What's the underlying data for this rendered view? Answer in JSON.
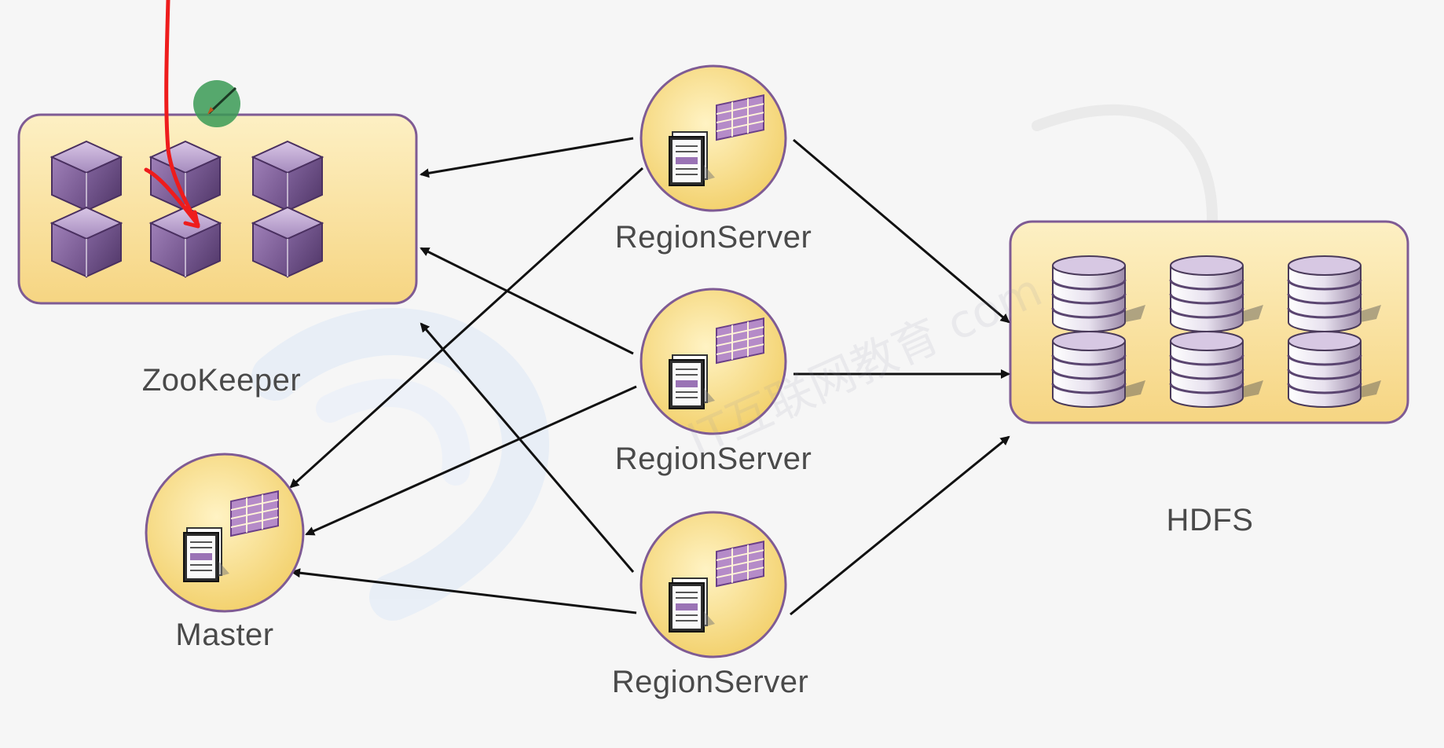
{
  "labels": {
    "zookeeper": "ZooKeeper",
    "master": "Master",
    "hdfs": "HDFS",
    "region_server_1": "RegionServer",
    "region_server_2": "RegionServer",
    "region_server_3": "RegionServer"
  },
  "watermark": {
    "text": "IT互联网教育 com"
  },
  "colors": {
    "box_fill": "#fbe3a0",
    "box_border": "#7f5b94",
    "cube_purple": "#8c6aa3",
    "node_fill": "#f7da7a",
    "arrow": "#111111",
    "pen_stroke": "#ee1c1c",
    "pen_cursor": "#3a9a55"
  },
  "icons": {
    "zookeeper_cubes": "cube-icon",
    "hdfs_disks": "database-icon",
    "server_document": "document-icon",
    "server_table": "table-grid-icon",
    "cursor": "pen-cursor-icon"
  }
}
